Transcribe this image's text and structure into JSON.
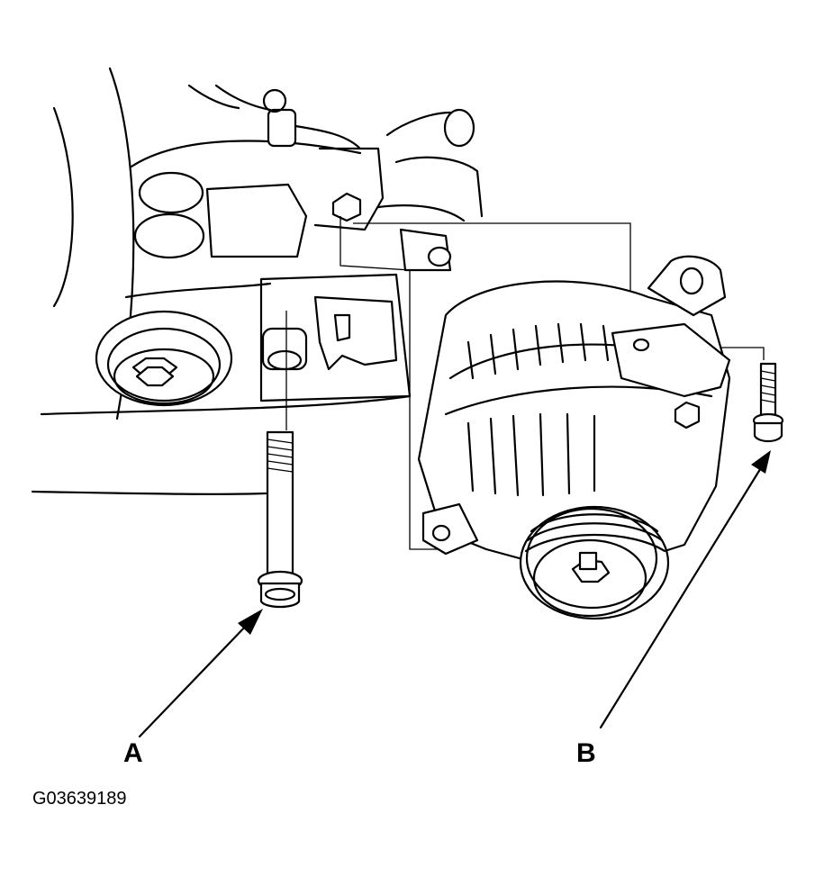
{
  "labels": {
    "callout_a": "A",
    "callout_b": "B",
    "figure_id": "G03639189"
  },
  "colors": {
    "ink": "#000000",
    "paper": "#ffffff"
  }
}
